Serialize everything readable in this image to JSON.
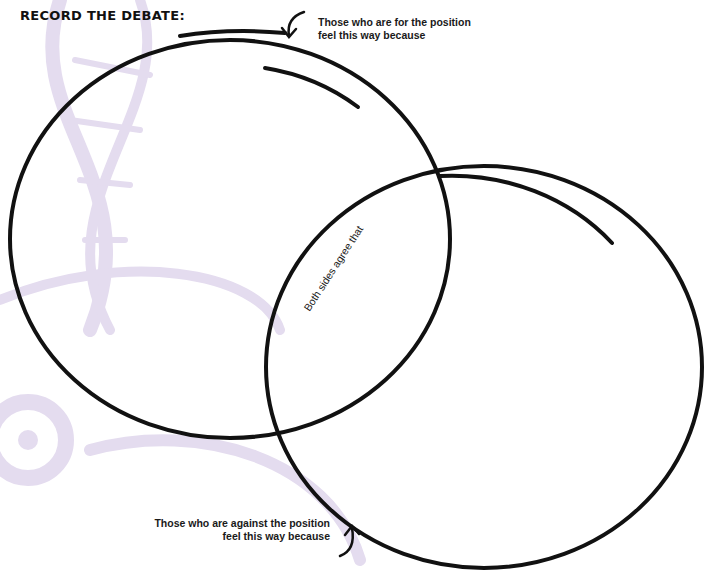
{
  "diagram": {
    "title": "RECORD THE DEBATE:",
    "nodes": [
      {
        "text": [
          "Those who are for the position feel this way because"
        ]
      },
      {
        "text": [
          "Those who are against the position feel this way because"
        ]
      }
    ],
    "labels": [
      "Both sides agree that"
    ]
  }
}
